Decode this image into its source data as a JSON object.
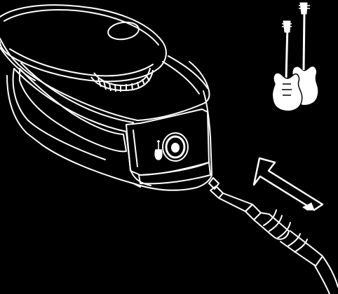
{
  "colors": {
    "background": "#000000",
    "line": "#ffffff",
    "fill_dark": "#000000",
    "fill_light": "#ffffff"
  },
  "figure": {
    "device": "amplifier-pedal",
    "controls": [
      "volume-knob",
      "thumbwheel"
    ],
    "port": "input-jack",
    "port_icon": "guitar-icon",
    "cable": "quarter-inch-plug",
    "insertion_arrow": "arrow-up-left",
    "accessory_icon": "electric-guitars-icon"
  }
}
